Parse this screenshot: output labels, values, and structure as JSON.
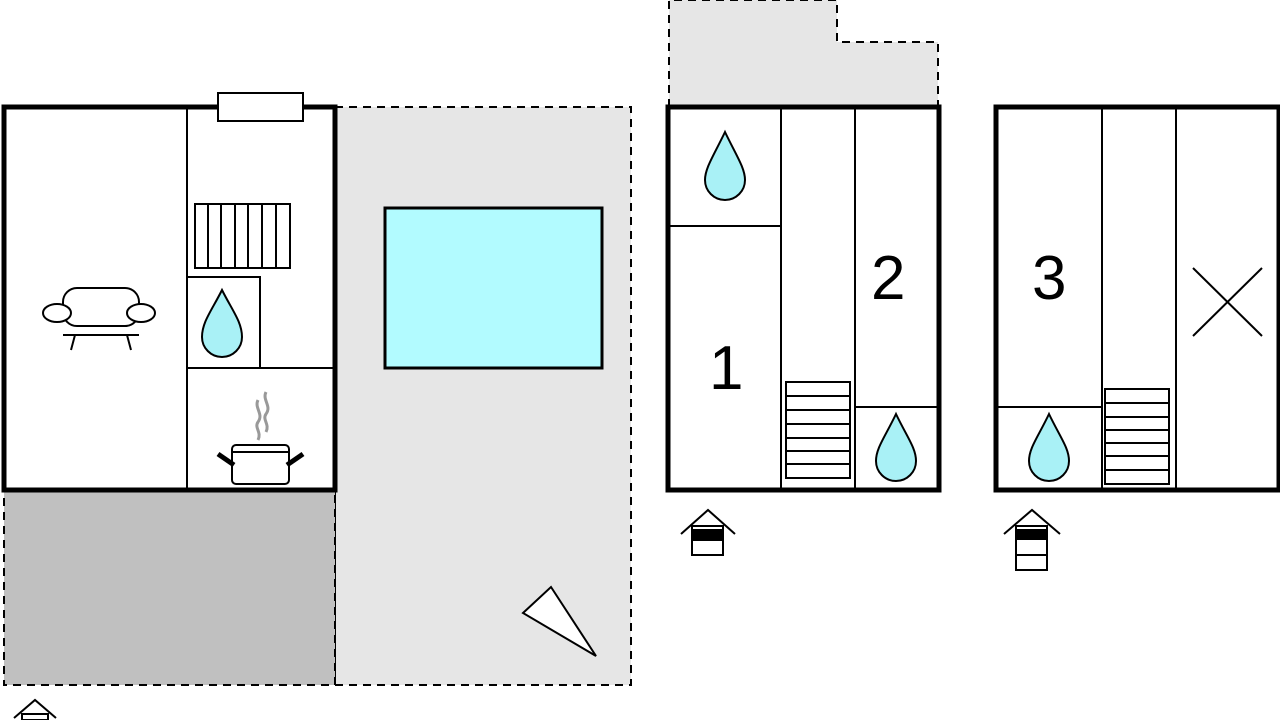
{
  "floorplan": {
    "colors": {
      "wall": "#000000",
      "pool": "#b2fbff",
      "water_drop": "#a9f1f6",
      "terrace": "#e6e6e6",
      "covered_terrace": "#c0c0c0",
      "steam": "#999999",
      "outline_fill": "#ffffff"
    },
    "levels": [
      {
        "name": "ground-floor",
        "rooms": [
          "living-room",
          "kitchen",
          "bathroom",
          "stairs",
          "entrance"
        ],
        "outdoor": [
          "pool",
          "terrace",
          "covered-terrace",
          "compass"
        ]
      },
      {
        "name": "first-floor",
        "rooms": [
          {
            "number": "1",
            "type": "bedroom"
          },
          {
            "number": "2",
            "type": "bedroom"
          },
          {
            "type": "bathroom"
          },
          {
            "type": "bathroom"
          },
          {
            "type": "stairs"
          }
        ],
        "marker": "level-2-icon"
      },
      {
        "name": "second-floor",
        "rooms": [
          {
            "number": "3",
            "type": "bedroom"
          },
          {
            "type": "bathroom"
          },
          {
            "type": "stairs"
          },
          {
            "type": "void"
          }
        ],
        "marker": "level-3-icon"
      }
    ],
    "labels": {
      "room1": "1",
      "room2": "2",
      "room3": "3"
    },
    "icons": [
      "sofa-icon",
      "water-drop-icon",
      "cooking-pot-icon",
      "stairs-icon",
      "house-level-icon",
      "compass-icon",
      "void-cross-icon"
    ]
  }
}
